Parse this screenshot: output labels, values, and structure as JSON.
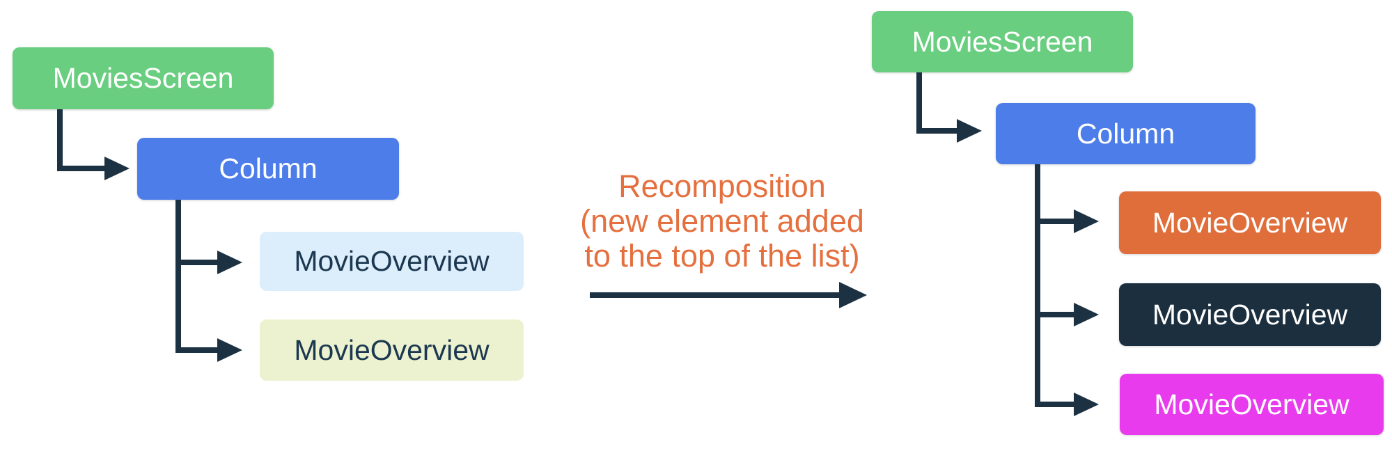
{
  "left_tree": {
    "root": {
      "label": "MoviesScreen",
      "color": "#69CE7F",
      "text_color": "#FFFFFF"
    },
    "column": {
      "label": "Column",
      "color": "#4D7DE8",
      "text_color": "#FFFFFF"
    },
    "children": [
      {
        "label": "MovieOverview",
        "color": "#DCEDFC",
        "text_color": "#1C3850"
      },
      {
        "label": "MovieOverview",
        "color": "#ECF2CF",
        "text_color": "#1C3850"
      }
    ]
  },
  "annotation": {
    "line1": "Recomposition",
    "line2": "(new element added",
    "line3": "to the top of the list)",
    "color": "#E5703F"
  },
  "right_tree": {
    "root": {
      "label": "MoviesScreen",
      "color": "#69CE7F",
      "text_color": "#FFFFFF"
    },
    "column": {
      "label": "Column",
      "color": "#4D7DE8",
      "text_color": "#FFFFFF"
    },
    "children": [
      {
        "label": "MovieOverview",
        "color": "#E06E3B",
        "text_color": "#FFFFFF"
      },
      {
        "label": "MovieOverview",
        "color": "#1C2F3E",
        "text_color": "#FFFFFF"
      },
      {
        "label": "MovieOverview",
        "color": "#E93BEE",
        "text_color": "#FFFFFF"
      }
    ]
  },
  "connector_color": "#1C3142"
}
